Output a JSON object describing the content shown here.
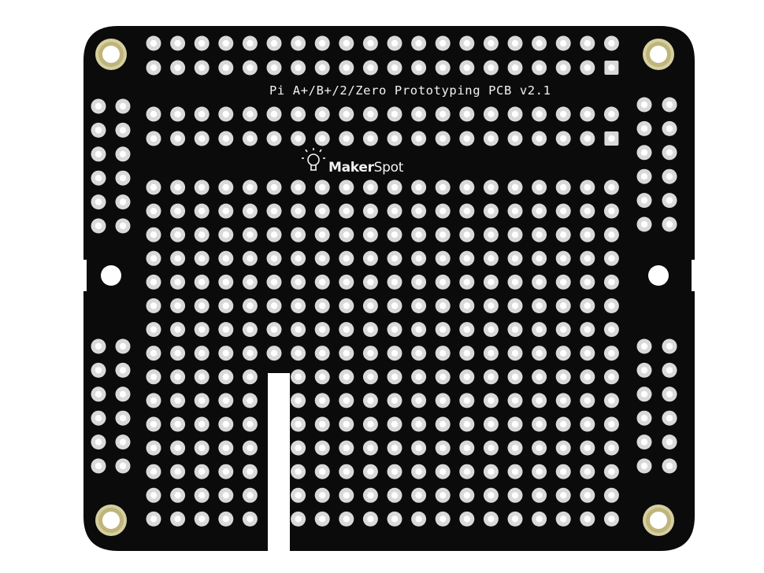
{
  "board": {
    "title": "Pi A+/B+/2/Zero Prototyping PCB v2.1",
    "brand_bold": "Maker",
    "brand_light": "Spot"
  },
  "colors": {
    "background": "#ffffff",
    "board": "#0b0b0b",
    "pad": "#d9d9d9",
    "mount_ring": "#d6cfa0"
  },
  "icons": [
    "lightbulb-icon"
  ]
}
